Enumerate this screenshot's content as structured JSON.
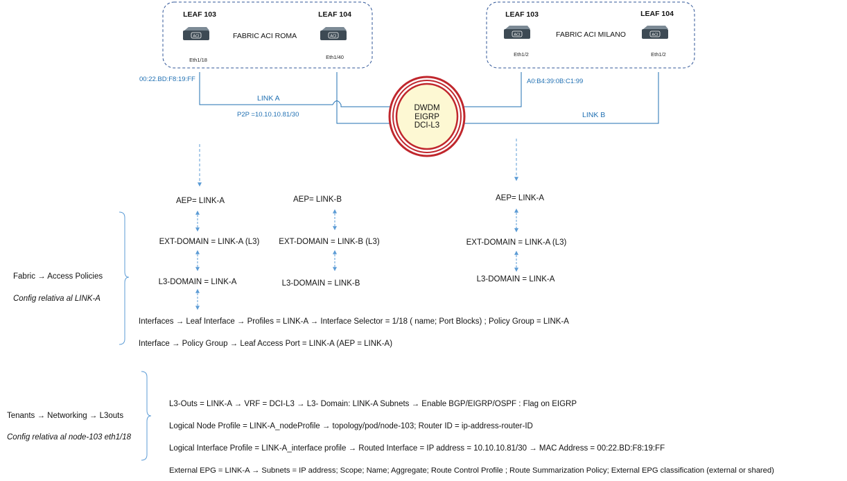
{
  "fabric_roma": {
    "label": "FABRIC ACI ROMA",
    "leaf_left": {
      "name": "LEAF 103",
      "port": "Eth1/18"
    },
    "leaf_right": {
      "name": "LEAF 104",
      "port": "Eth1/40"
    }
  },
  "fabric_milano": {
    "label": "FABRIC ACI MILANO",
    "leaf_left": {
      "name": "LEAF 103",
      "port": "Eth1/2"
    },
    "leaf_right": {
      "name": "LEAF 104",
      "port": "Eth1/2"
    }
  },
  "device_logo": "ACI",
  "mac_roma": "00:22.BD:F8:19:FF",
  "mac_milano": "A0:B4:39:0B:C1:99",
  "link_a": "LINK A",
  "link_b": "LINK B",
  "p2p": "P2P =10.10.10.81/30",
  "dwdm": {
    "line1": "DWDM",
    "line2": "EIGRP",
    "line3": "DCI-L3"
  },
  "chains": {
    "col1": {
      "aep": "AEP= LINK-A",
      "ext": "EXT-DOMAIN  = LINK-A (L3)",
      "l3": "L3-DOMAIN = LINK-A"
    },
    "col2": {
      "aep": "AEP= LINK-B",
      "ext": "EXT-DOMAIN = LINK-B (L3)",
      "l3": "L3-DOMAIN = LINK-B"
    },
    "col3": {
      "aep": "AEP= LINK-A",
      "ext": "EXT-DOMAIN  = LINK-A (L3)",
      "l3": "L3-DOMAIN = LINK-A"
    }
  },
  "access": {
    "title": "Fabric → Access Policies",
    "subtitle": "Config relativa al LINK-A",
    "line1": "Interfaces → Leaf Interface → Profiles = LINK-A  → Interface Selector = 1/18 ( name; Port Blocks) ; Policy Group = LINK-A",
    "line2": "Interface → Policy Group → Leaf Access Port = LINK-A (AEP = LINK-A)"
  },
  "tenants": {
    "title": "Tenants → Networking → L3outs",
    "subtitle": "Config relativa al node-103 eth1/18",
    "line1": "L3-Outs = LINK-A → VRF = DCI-L3 → L3- Domain: LINK-A Subnets → Enable BGP/EIGRP/OSPF : Flag on EIGRP",
    "line2": "Logical Node Profile = LINK-A_nodeProfile → topology/pod/node-103; Router ID = ip-address-router-ID",
    "line3": "Logical Interface Profile = LINK-A_interface  profile → Routed  Interface = IP address = 10.10.10.81/30  → MAC Address = 00:22.BD:F8:19:FF",
    "line4": "External EPG = LINK-A  → Subnets = IP address; Scope; Name;  Aggregate;  Route Control Profile ; Route Summarization Policy; External EPG classification (external or shared)"
  },
  "colors": {
    "link": "#1f6fb2",
    "arrow": "#5b9bd5",
    "dwdm_ring": "#c0272d",
    "dwdm_fill": "#fdf8d3",
    "fabric_border": "#2f5597"
  }
}
